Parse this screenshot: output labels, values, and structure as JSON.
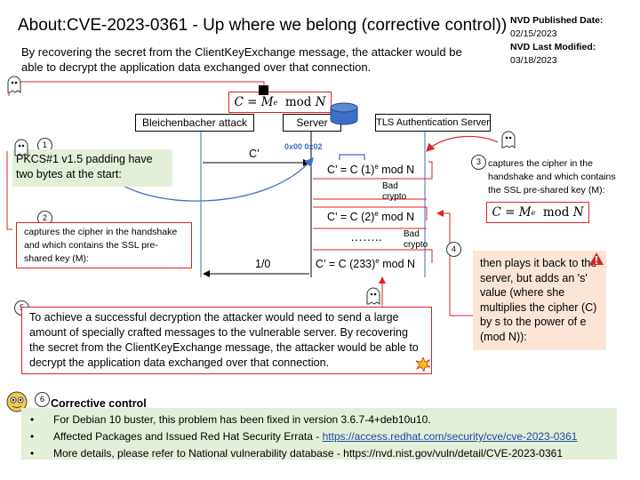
{
  "title": "About:CVE-2023-0361 - Up where we belong (corrective control))",
  "nvd": {
    "published_label": "NVD Published Date:",
    "published_date": "02/15/2023",
    "modified_label": "NVD Last Modified:",
    "modified_date": "03/18/2023"
  },
  "intro": "By recovering the secret from the ClientKeyExchange message, the attacker would be able to decrypt the application data exchanged over that connection.",
  "formula": {
    "lhs": "C = M",
    "exp": "e",
    "mod": "mod",
    "n": "N"
  },
  "columns": {
    "attacker": "Bleichenbacher attack",
    "server": "Server",
    "tls": "TLS Authentication Server"
  },
  "flow": {
    "c_prime": "C’",
    "hex": "0x00 0x02",
    "msg1_pre": "C’ = C (1)",
    "msg2_pre": "C’ = C (2)",
    "msg3_pre": "C’ = C (233)",
    "exp": "e",
    "mod_suffix": " mod N",
    "bad_crypto_1": "Bad crypto",
    "bad_crypto_2": "Bad crypto",
    "dots": "……..",
    "result": "1/0"
  },
  "steps": {
    "s1": {
      "num": "1",
      "text": "PKCS#1 v1.5 padding have two bytes at the start:"
    },
    "s2": {
      "num": "2",
      "text": "captures the cipher in the handshake and which contains the SSL pre-shared key (M):"
    },
    "s3": {
      "num": "3",
      "text": "captures the cipher in the handshake and which contains the SSL pre-shared key (M):"
    },
    "s4": {
      "num": "4",
      "text": "then plays it back to the server, but adds an 's' value (where she multiplies the cipher (C) by s to the power of e (mod N)):"
    },
    "s5": {
      "num": "5",
      "text": "To achieve a successful decryption the attacker would need to send a large amount of specially crafted messages to the vulnerable server. By recovering the secret from the ClientKeyExchange message, the attacker would be able to decrypt the application data exchanged over that connection."
    },
    "s6": {
      "num": "6"
    }
  },
  "corrective": {
    "title": "Corrective control",
    "bullet": "•",
    "item1": "For Debian 10 buster, this problem has been fixed in version 3.6.7-4+deb10u10.",
    "item2_text": "Affected Packages and Issued Red Hat Security Errata - ",
    "item2_link": "https://access.redhat.com/security/cve/cve-2023-0361",
    "item3": "More details, please refer to National vulnerability database -  https://nvd.nist.gov/vuln/detail/CVE-2023-0361"
  },
  "icons": {
    "ghost": "ghost-icon",
    "warning": "warning-icon",
    "explosion": "explosion-icon",
    "database": "database-icon",
    "character": "character-icon"
  },
  "colors": {
    "accent_red": "#d22222",
    "blue": "#3a6fc4",
    "green_box": "#e3efd8",
    "peach_box": "#fbe5d6",
    "link": "#1a4aa8"
  }
}
